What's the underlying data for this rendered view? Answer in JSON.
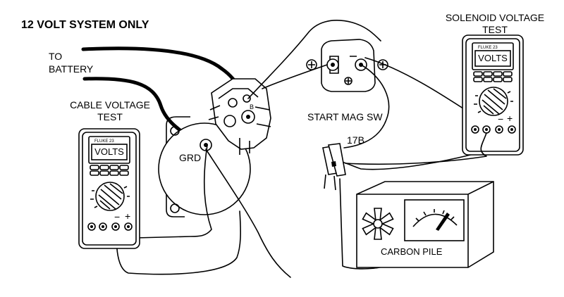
{
  "labels": {
    "system_note": "12 VOLT SYSTEM ONLY",
    "to_battery_line1": "TO",
    "to_battery_line2": "BATTERY",
    "cable_test_line1": "CABLE VOLTAGE",
    "cable_test_line2": "TEST",
    "solenoid_test_line1": "SOLENOID VOLTAGE",
    "solenoid_test_line2": "TEST",
    "start_mag_sw": "START MAG SW",
    "terminal_17b": "17B",
    "ground": "GRD",
    "carbon_pile": "CARBON PILE",
    "terminal_b": "B"
  },
  "meters": {
    "left": {
      "display": "VOLTS",
      "brand": "FLUKE 23",
      "minus": "−",
      "plus": "+"
    },
    "right": {
      "display": "VOLTS",
      "brand": "FLUKE 23",
      "minus": "−",
      "plus": "+"
    }
  },
  "icons": [
    "multimeter-icon",
    "starter-motor-icon",
    "solenoid-switch-icon",
    "alligator-clip-icon",
    "carbon-pile-icon",
    "fan-icon",
    "gauge-icon"
  ]
}
